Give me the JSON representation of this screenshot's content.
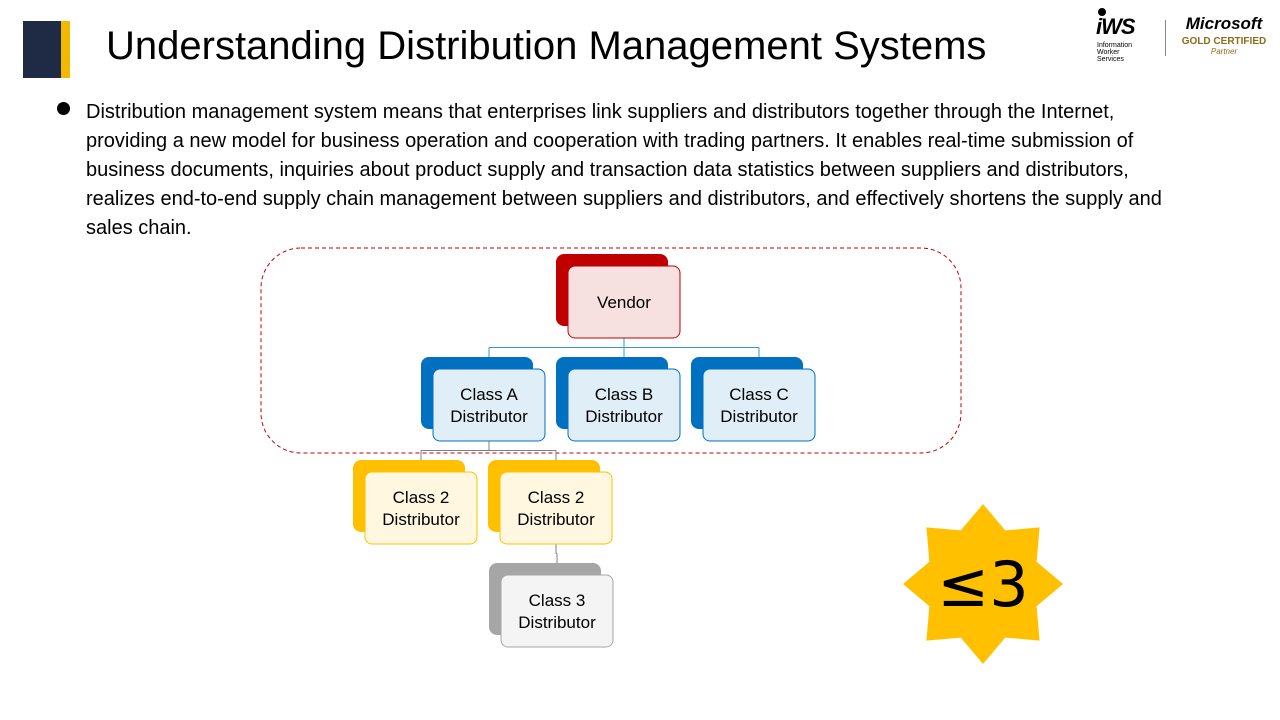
{
  "header": {
    "title": "Understanding Distribution Management Systems"
  },
  "logos": {
    "iws": {
      "word": "iWS",
      "sub": [
        "Information",
        "Worker",
        "Services"
      ]
    },
    "microsoft": {
      "word": "Microsoft",
      "gold": "GOLD CERTIFIED",
      "partner": "Partner"
    }
  },
  "body": {
    "paragraph": " Distribution management system means that enterprises link suppliers and distributors together through the Internet, providing a new model for business operation and cooperation with trading partners. It enables real-time submission of business documents, inquiries about product supply and transaction data statistics between suppliers and distributors, realizes end-to-end supply chain management between suppliers and distributors, and effectively shortens the supply and sales chain."
  },
  "diagram": {
    "nodes": [
      {
        "id": "vendor",
        "lines": [
          "Vendor"
        ],
        "color": "#c00000"
      },
      {
        "id": "class-a",
        "lines": [
          "Class A",
          "Distributor"
        ],
        "color": "#0070c0"
      },
      {
        "id": "class-b",
        "lines": [
          "Class B",
          "Distributor"
        ],
        "color": "#0070c0"
      },
      {
        "id": "class-c",
        "lines": [
          "Class C",
          "Distributor"
        ],
        "color": "#0070c0"
      },
      {
        "id": "class-2-left",
        "lines": [
          "Class 2",
          "Distributor"
        ],
        "color": "#ffc000"
      },
      {
        "id": "class-2-right",
        "lines": [
          "Class 2",
          "Distributor"
        ],
        "color": "#ffc000"
      },
      {
        "id": "class-3",
        "lines": [
          "Class 3",
          "Distributor"
        ],
        "color": "#a6a6a6"
      }
    ],
    "edges": [
      [
        "vendor",
        "class-a"
      ],
      [
        "vendor",
        "class-b"
      ],
      [
        "vendor",
        "class-c"
      ],
      [
        "class-a",
        "class-2-left"
      ],
      [
        "class-a",
        "class-2-right"
      ],
      [
        "class-2-right",
        "class-3"
      ]
    ],
    "badge": "≤3",
    "colors": {
      "group_border": "#c00000",
      "badge_fill": "#ffc000"
    }
  }
}
